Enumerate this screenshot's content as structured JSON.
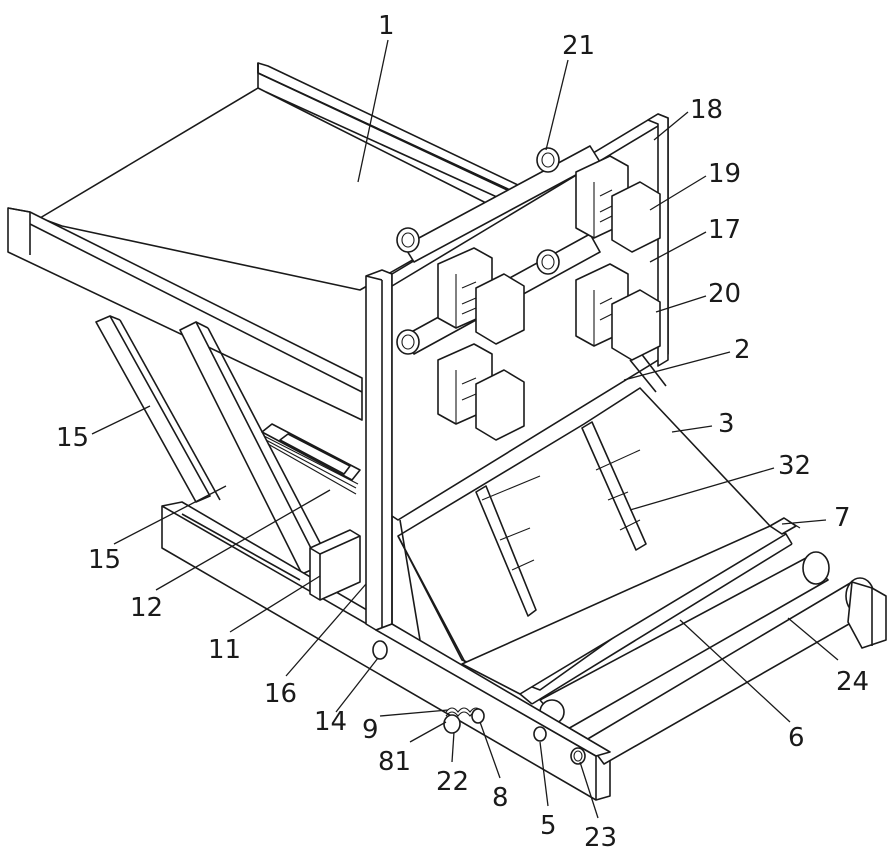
{
  "labels": [
    {
      "id": "1",
      "text": "1"
    },
    {
      "id": "21",
      "text": "21"
    },
    {
      "id": "18",
      "text": "18"
    },
    {
      "id": "19",
      "text": "19"
    },
    {
      "id": "17",
      "text": "17"
    },
    {
      "id": "20",
      "text": "20"
    },
    {
      "id": "2",
      "text": "2"
    },
    {
      "id": "3",
      "text": "3"
    },
    {
      "id": "32",
      "text": "32"
    },
    {
      "id": "7",
      "text": "7"
    },
    {
      "id": "24",
      "text": "24"
    },
    {
      "id": "6",
      "text": "6"
    },
    {
      "id": "23",
      "text": "23"
    },
    {
      "id": "5",
      "text": "5"
    },
    {
      "id": "8",
      "text": "8"
    },
    {
      "id": "22",
      "text": "22"
    },
    {
      "id": "81",
      "text": "81"
    },
    {
      "id": "9",
      "text": "9"
    },
    {
      "id": "14",
      "text": "14"
    },
    {
      "id": "16",
      "text": "16"
    },
    {
      "id": "11",
      "text": "11"
    },
    {
      "id": "12",
      "text": "12"
    },
    {
      "id": "15a",
      "text": "15"
    },
    {
      "id": "15b",
      "text": "15"
    }
  ]
}
